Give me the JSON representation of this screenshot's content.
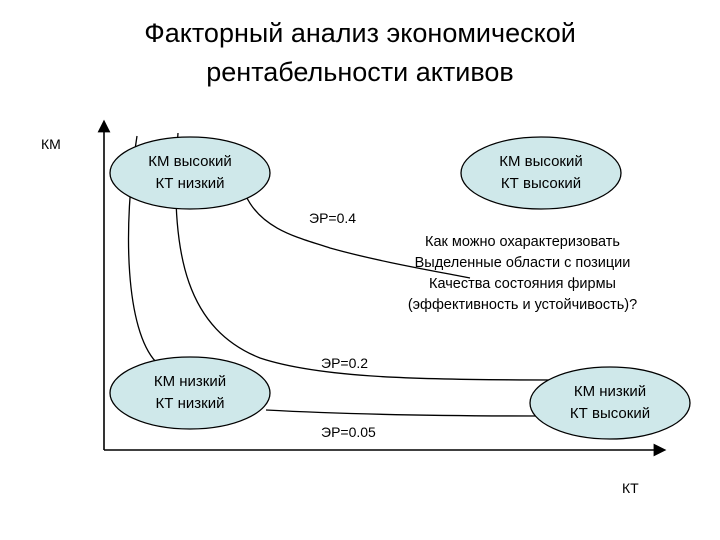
{
  "title": {
    "line1": "Факторный анализ экономической",
    "line2": "рентабельности активов"
  },
  "axes": {
    "y_label": "КМ",
    "x_label": "КТ"
  },
  "quadrants": {
    "top_left": {
      "line1": "КМ высокий",
      "line2": "КТ низкий"
    },
    "top_right": {
      "line1": "КМ высокий",
      "line2": "КТ высокий"
    },
    "bottom_left": {
      "line1": "КМ низкий",
      "line2": "КТ низкий"
    },
    "bottom_right": {
      "line1": "КМ низкий",
      "line2": "КТ высокий"
    }
  },
  "curves": {
    "er1": "ЭР=0.4",
    "er2": "ЭР=0.2",
    "er3": "ЭР=0.05"
  },
  "question": {
    "line1": "Как можно охарактеризовать",
    "line2": "Выделенные области с позиции",
    "line3": "Качества состояния фирмы",
    "line4": "(эффективность и устойчивость)?"
  },
  "colors": {
    "ellipse_fill": "#cfe8ea",
    "stroke": "#000000"
  }
}
